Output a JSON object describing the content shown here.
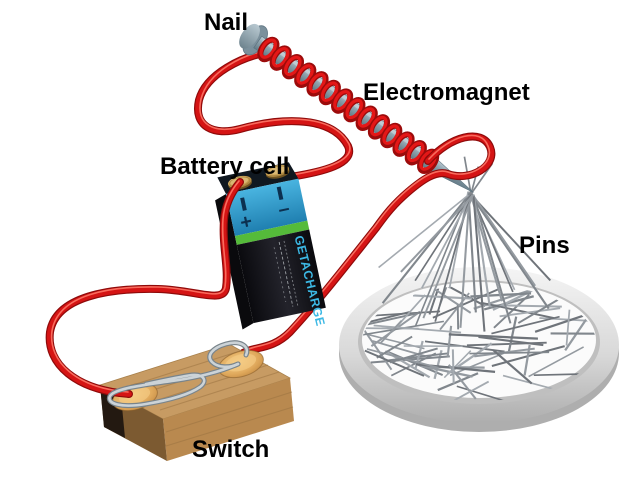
{
  "labels": {
    "nail": "Nail",
    "electromagnet": "Electromagnet",
    "battery": "Battery cell",
    "pins": "Pins",
    "switch": "Switch"
  },
  "battery": {
    "brand": "GETACHARGE",
    "positive_mark": "+",
    "negative_mark": "–"
  },
  "colors": {
    "background": "#ffffff",
    "label_text": "#000000",
    "wire_red": "#d51414",
    "wire_dark": "#8f0a0a",
    "wire_highlight": "#ff7a6a",
    "coil_red": "#e41717",
    "nail_metal": "#8da2ad",
    "battery_blue": "#2e9fd0",
    "battery_green": "#55bb3a",
    "battery_black": "#17171c",
    "brand_text": "#3cb8e4",
    "terminal_gold": "#d9b873",
    "contact_gold": "#e8b96d",
    "wood_top": "#c79b63",
    "wood_front": "#b9894f",
    "dish_gray": "#cfcfcf",
    "pin_gray": "#82888d"
  }
}
